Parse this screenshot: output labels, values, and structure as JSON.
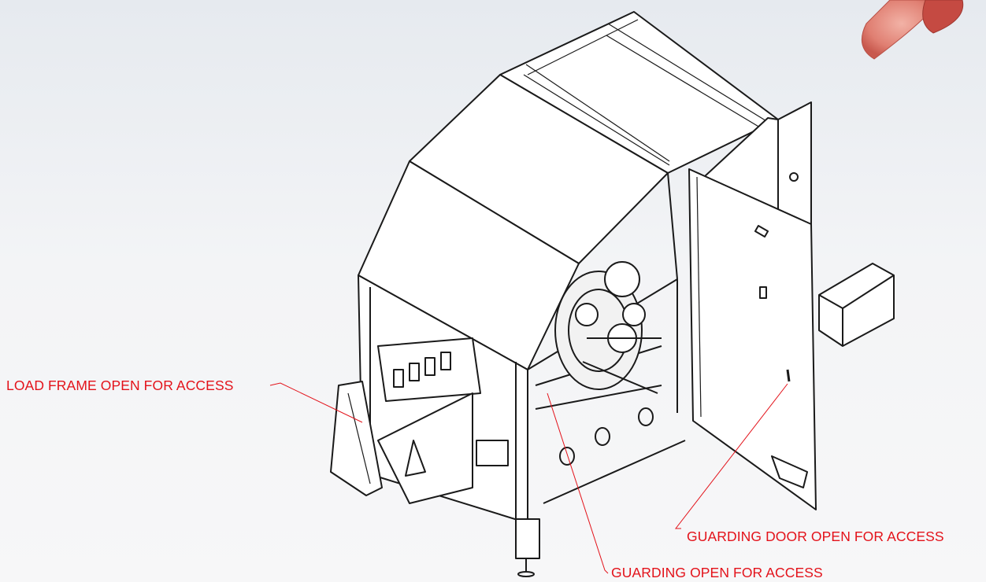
{
  "callouts": {
    "load_frame": "LOAD FRAME OPEN FOR ACCESS",
    "guarding_door": "GUARDING DOOR OPEN FOR ACCESS",
    "guarding": "GUARDING OPEN FOR ACCESS"
  },
  "colors": {
    "callout_text": "#e3121a",
    "leader_line": "#e3121a",
    "drawing_line": "#1a1a1a",
    "product_accent": "#e07f72"
  },
  "icons": [
    "machine-drawing",
    "product-graphic-icon"
  ]
}
